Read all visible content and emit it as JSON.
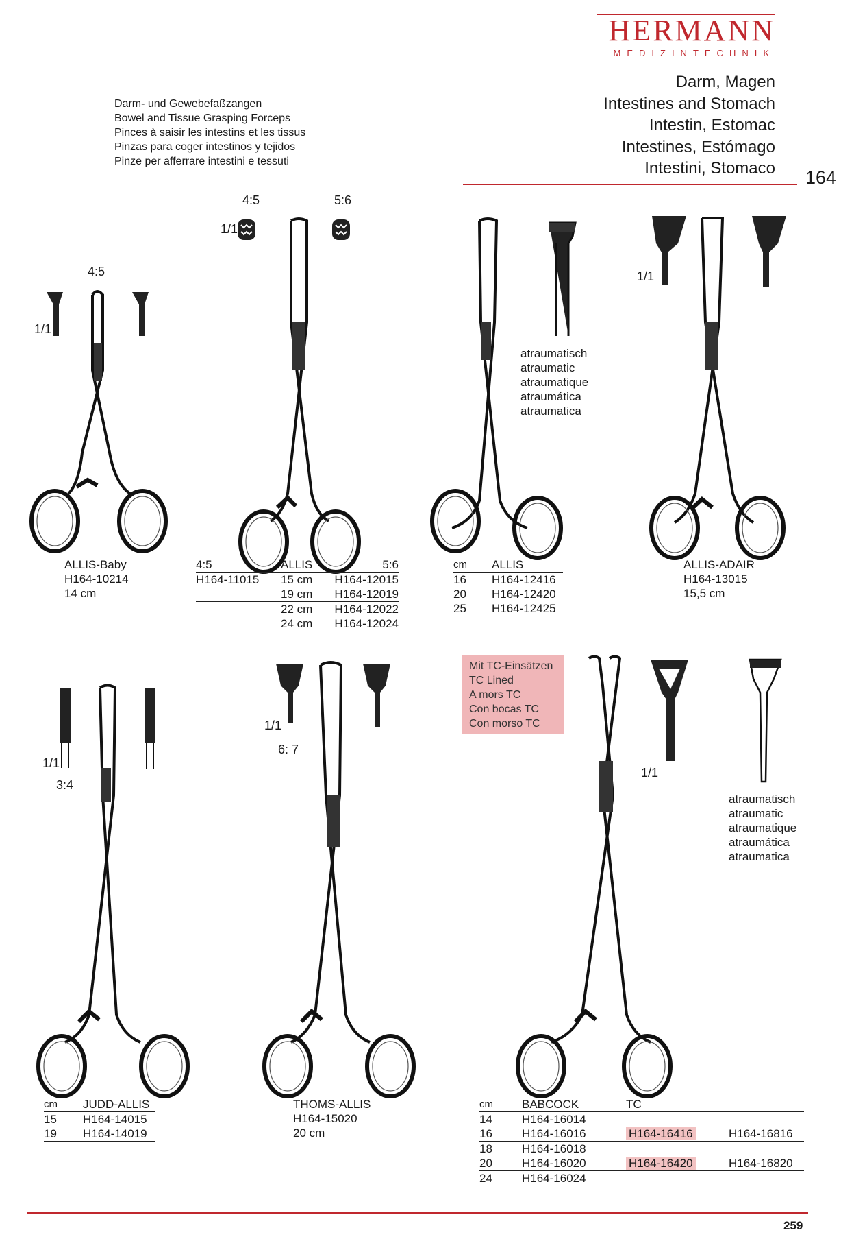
{
  "brand": {
    "name": "HERMANN",
    "subtitle": "MEDIZINTECHNIK",
    "color": "#c0282e"
  },
  "category": [
    "Darm, Magen",
    "Intestines and Stomach",
    "Intestin, Estomac",
    "Intestines, Estómago",
    "Intestini, Stomaco"
  ],
  "category_number": "164",
  "description": [
    "Darm- und Gewebefaßzangen",
    "Bowel and Tissue Grasping Forceps",
    "Pinces à saisir les intestins et les tissus",
    "Pinzas para coger intestinos y tejidos",
    "Pinze per afferrare intestini e tessuti"
  ],
  "scales": {
    "one": "1/1",
    "allis_baby": "4:5",
    "allis_left": "4:5",
    "allis_right": "5:6",
    "judd": "3:4",
    "thoms": "6: 7"
  },
  "atraumatic": [
    "atraumatisch",
    "atraumatic",
    "atraumatique",
    "atraumática",
    "atraumatica"
  ],
  "tc_box": [
    "Mit TC-Einsätzen",
    "TC Lined",
    "A mors TC",
    "Con bocas TC",
    "Con morso TC"
  ],
  "products": {
    "allis_baby": {
      "name": "ALLIS-Baby",
      "code": "H164-10214",
      "size": "14 cm"
    },
    "allis_table": {
      "hdr": [
        "4:5",
        "ALLIS",
        "5:6"
      ],
      "rows": [
        [
          "H164-11015",
          "15 cm",
          "H164-12015"
        ],
        [
          "",
          "19 cm",
          "H164-12019"
        ],
        [
          "",
          "22 cm",
          "H164-12022"
        ],
        [
          "",
          "24 cm",
          "H164-12024"
        ]
      ]
    },
    "allis_atr": {
      "hdr": [
        "cm",
        "ALLIS"
      ],
      "rows": [
        [
          "16",
          "H164-12416"
        ],
        [
          "20",
          "H164-12420"
        ],
        [
          "25",
          "H164-12425"
        ]
      ]
    },
    "allis_adair": {
      "name": "ALLIS-ADAIR",
      "code": "H164-13015",
      "size": "15,5 cm"
    },
    "judd_allis": {
      "hdr": [
        "cm",
        "JUDD-ALLIS"
      ],
      "rows": [
        [
          "15",
          "H164-14015"
        ],
        [
          "19",
          "H164-14019"
        ]
      ]
    },
    "thoms_allis": {
      "name": "THOMS-ALLIS",
      "code": "H164-15020",
      "size": "20 cm"
    },
    "babcock": {
      "hdr": [
        "cm",
        "BABCOCK",
        "TC",
        ""
      ],
      "rows": [
        [
          "14",
          "H164-16014",
          "",
          ""
        ],
        [
          "16",
          "H164-16016",
          "H164-16416",
          "H164-16816"
        ],
        [
          "18",
          "H164-16018",
          "",
          ""
        ],
        [
          "20",
          "H164-16020",
          "H164-16420",
          "H164-16820"
        ],
        [
          "24",
          "H164-16024",
          "",
          ""
        ]
      ]
    }
  },
  "page_number": "259"
}
